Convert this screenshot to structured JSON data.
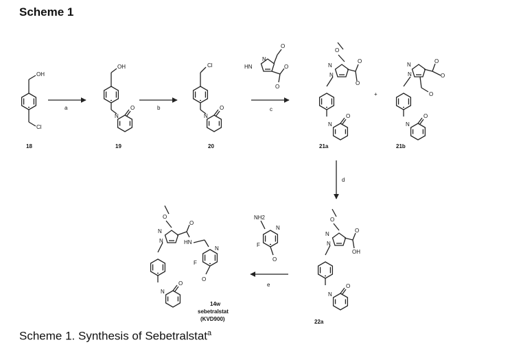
{
  "scheme_title": "Scheme 1",
  "caption_text": "Scheme 1. Synthesis of Sebetralstat",
  "caption_sup": "a",
  "atoms": {
    "oh": "OH",
    "cl": "Cl",
    "n": "N",
    "o": "O",
    "hn": "HN",
    "nh2": "NH2",
    "f": "F",
    "plus": "+"
  },
  "compounds": {
    "c18": "18",
    "c19": "19",
    "c20": "20",
    "c21a": "21a",
    "c21b": "21b",
    "c22a": "22a",
    "c14w": "14w",
    "c14w_name": "sebetralstat",
    "c14w_code": "(KVD900)"
  },
  "steps": {
    "a": "a",
    "b": "b",
    "c": "c",
    "d": "d",
    "e": "e"
  }
}
